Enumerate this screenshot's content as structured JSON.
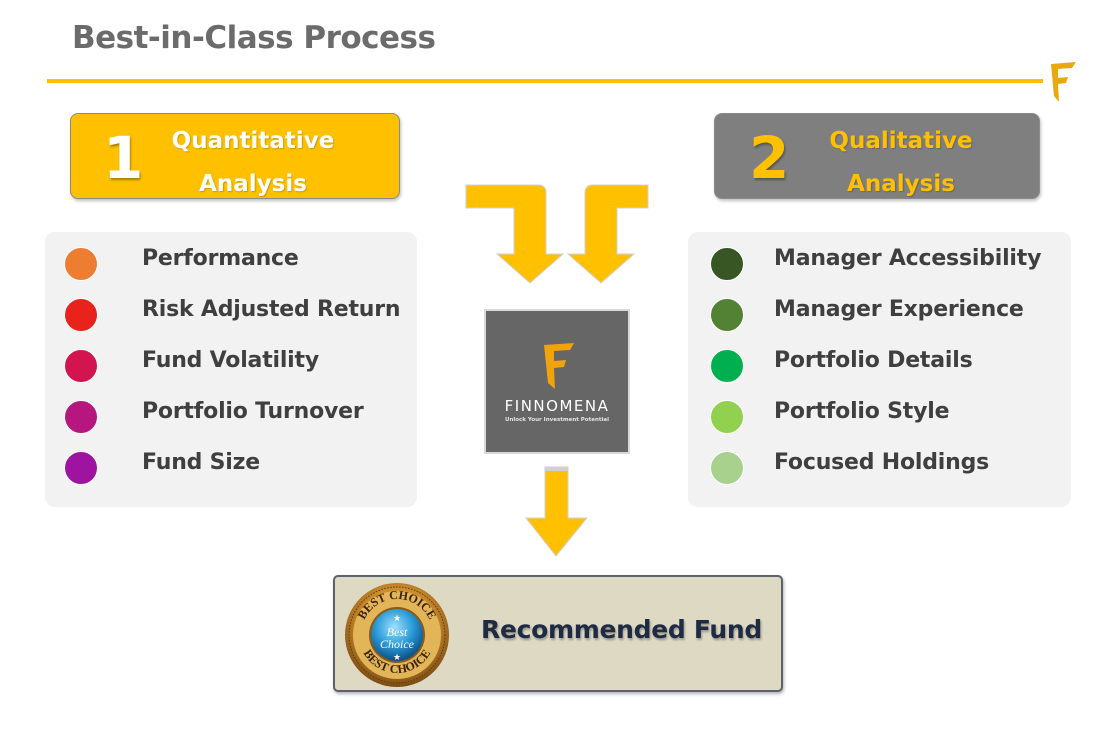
{
  "title": "Best-in-Class Process",
  "colors": {
    "accent": "#ffc000",
    "header_gray": "#7f7f7f",
    "panel_bg": "#f2f2f2",
    "result_bg": "#ddd9c3"
  },
  "steps": [
    {
      "number": "1",
      "line1": "Quantitative",
      "line2": "Analysis",
      "items": [
        {
          "label": "Performance",
          "color": "#ed7d31"
        },
        {
          "label": "Risk Adjusted Return",
          "color": "#e8231c"
        },
        {
          "label": "Fund Volatility",
          "color": "#d2154f"
        },
        {
          "label": "Portfolio Turnover",
          "color": "#b5177f"
        },
        {
          "label": "Fund Size",
          "color": "#9e14a0"
        }
      ]
    },
    {
      "number": "2",
      "line1": "Qualitative",
      "line2": "Analysis",
      "items": [
        {
          "label": "Manager Accessibility",
          "color": "#375623"
        },
        {
          "label": "Manager Experience",
          "color": "#548235"
        },
        {
          "label": "Portfolio Details",
          "color": "#00b050"
        },
        {
          "label": "Portfolio Style",
          "color": "#92d050"
        },
        {
          "label": "Focused Holdings",
          "color": "#a9d18e"
        }
      ]
    }
  ],
  "logo": {
    "name": "FINNOMENA",
    "tagline": "Unlock Your Investment Potential",
    "icon": "finnomena-f-logo-icon"
  },
  "result": {
    "label": "Recommended Fund",
    "badge": {
      "outer_text": "BEST CHOICE",
      "inner_line1": "Best",
      "inner_line2": "Choice"
    }
  }
}
